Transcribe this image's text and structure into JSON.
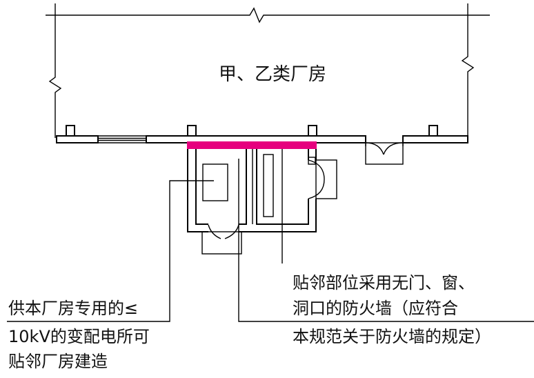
{
  "building": {
    "name": "甲、乙类厂房"
  },
  "annotations": {
    "left": {
      "lines": [
        "供本厂房专用的≤",
        "10kV的变配电所可",
        "贴邻厂房建造"
      ]
    },
    "right": {
      "lines": [
        "贴邻部位采用无门、窗、",
        "洞口的防火墙（应符合",
        "本规范关于防火墙的规定）"
      ]
    }
  },
  "colors": {
    "firewall": "#e6007e",
    "line": "#000000",
    "background": "#ffffff"
  }
}
